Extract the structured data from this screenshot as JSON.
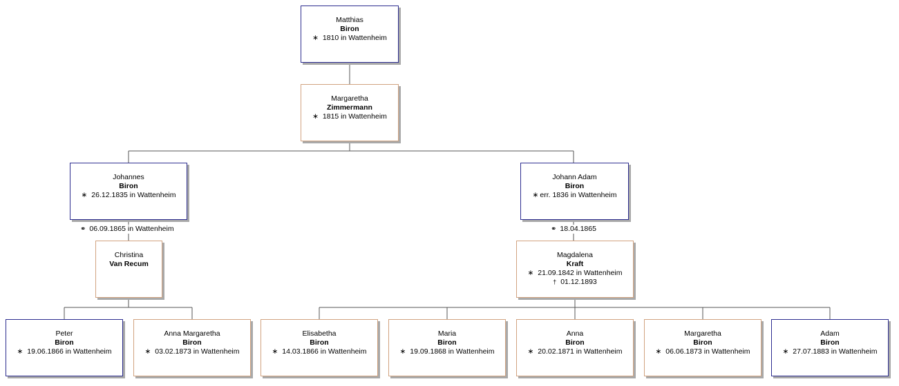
{
  "colors": {
    "male_border": "#2b2b8f",
    "female_border": "#d1a27f",
    "line": "#555555",
    "shadow": "#a9a9a9"
  },
  "symbols": {
    "born": "∗",
    "died": "†",
    "married": "⚭"
  },
  "persons": {
    "matthias": {
      "given": "Matthias",
      "surname": "Biron",
      "born": "1810 in Wattenheim",
      "sex": "m"
    },
    "margaretha_z": {
      "given": "Margaretha",
      "surname": "Zimmermann",
      "born": "1815 in Wattenheim",
      "sex": "f"
    },
    "johannes": {
      "given": "Johannes",
      "surname": "Biron",
      "born": "26.12.1835 in Wattenheim",
      "sex": "m"
    },
    "johann_adam": {
      "given": "Johann Adam",
      "surname": "Biron",
      "born": "err. 1836 in Wattenheim",
      "sex": "m"
    },
    "christina": {
      "given": "Christina",
      "surname": "Van Recum",
      "sex": "f"
    },
    "magdalena": {
      "given": "Magdalena",
      "surname": "Kraft",
      "born": "21.09.1842 in Wattenheim",
      "died": "01.12.1893",
      "sex": "f"
    },
    "peter": {
      "given": "Peter",
      "surname": "Biron",
      "born": "19.06.1866 in Wattenheim",
      "sex": "m"
    },
    "anna_margaretha": {
      "given": "Anna Margaretha",
      "surname": "Biron",
      "born": "03.02.1873 in Wattenheim",
      "sex": "f"
    },
    "elisabetha": {
      "given": "Elisabetha",
      "surname": "Biron",
      "born": "14.03.1866 in Wattenheim",
      "sex": "f"
    },
    "maria": {
      "given": "Maria",
      "surname": "Biron",
      "born": "19.09.1868 in Wattenheim",
      "sex": "f"
    },
    "anna": {
      "given": "Anna",
      "surname": "Biron",
      "born": "20.02.1871 in Wattenheim",
      "sex": "f"
    },
    "margaretha_b": {
      "given": "Margaretha",
      "surname": "Biron",
      "born": "06.06.1873 in Wattenheim",
      "sex": "f"
    },
    "adam": {
      "given": "Adam",
      "surname": "Biron",
      "born": "27.07.1883 in Wattenheim",
      "sex": "m"
    }
  },
  "marriages": {
    "johannes_christina": {
      "text": "06.09.1865 in Wattenheim"
    },
    "johannadam_magdalena": {
      "text": "18.04.1865"
    }
  }
}
